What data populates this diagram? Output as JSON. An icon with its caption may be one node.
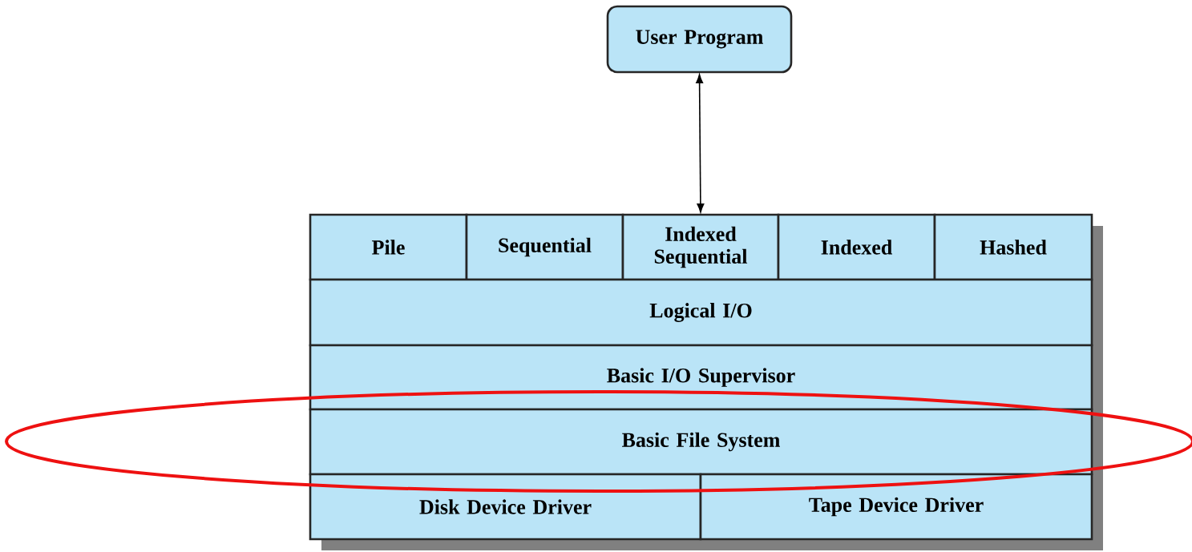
{
  "diagram": {
    "nodes": [
      {
        "text": [
          "User Program"
        ]
      },
      {
        "text": [
          "Pile"
        ]
      },
      {
        "text": [
          "Sequential"
        ]
      },
      {
        "text": [
          "Indexed Sequential"
        ]
      },
      {
        "text": [
          "Indexed"
        ]
      },
      {
        "text": [
          "Hashed"
        ]
      },
      {
        "text": [
          "Logical I/O"
        ]
      },
      {
        "text": [
          "Basic I/O Supervisor"
        ]
      },
      {
        "text": [
          "Basic File System"
        ]
      },
      {
        "text": [
          "Disk Device Driver"
        ]
      },
      {
        "text": [
          "Tape Device Driver"
        ]
      }
    ],
    "edges": [
      {
        "from": 3,
        "to": 0,
        "arrow": "both"
      }
    ]
  }
}
